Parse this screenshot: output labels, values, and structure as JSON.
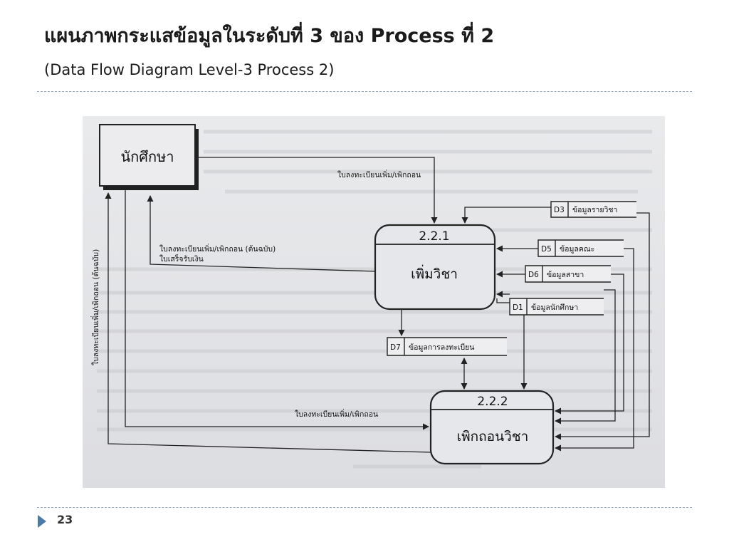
{
  "slide": {
    "title": "แผนภาพกระแสข้อมูลในระดับที่ 3 ของ Process ที่ 2",
    "subtitle": "(Data Flow Diagram Level-3 Process 2)",
    "page_number": "23"
  },
  "diagram": {
    "entity": {
      "label": "นักศึกษา"
    },
    "processes": [
      {
        "id": "2.2.1",
        "name": "เพิ่มวิชา"
      },
      {
        "id": "2.2.2",
        "name": "เพิกถอนวิชา"
      }
    ],
    "stores": [
      {
        "id": "D3",
        "name": "ข้อมูลรายวิชา"
      },
      {
        "id": "D5",
        "name": "ข้อมูลคณะ"
      },
      {
        "id": "D6",
        "name": "ข้อมูลสาขา"
      },
      {
        "id": "D1",
        "name": "ข้อมูลนักศึกษา"
      },
      {
        "id": "D7",
        "name": "ข้อมูลการลงทะเบียน"
      }
    ],
    "flows": {
      "entity_to_add": "ใบลงทะเบียนเพิ่ม/เพิกถอน",
      "add_to_entity_line1": "ใบลงทะเบียนเพิ่ม/เพิกถอน (ต้นฉบับ)",
      "add_to_entity_line2": "ใบเสร็จรับเงิน",
      "entity_to_drop": "ใบลงทะเบียนเพิ่ม/เพิกถอน",
      "drop_to_entity_vertical": "ใบลงทะเบียนเพิ่ม/เพิกถอน (ต้นฉบับ)"
    }
  }
}
